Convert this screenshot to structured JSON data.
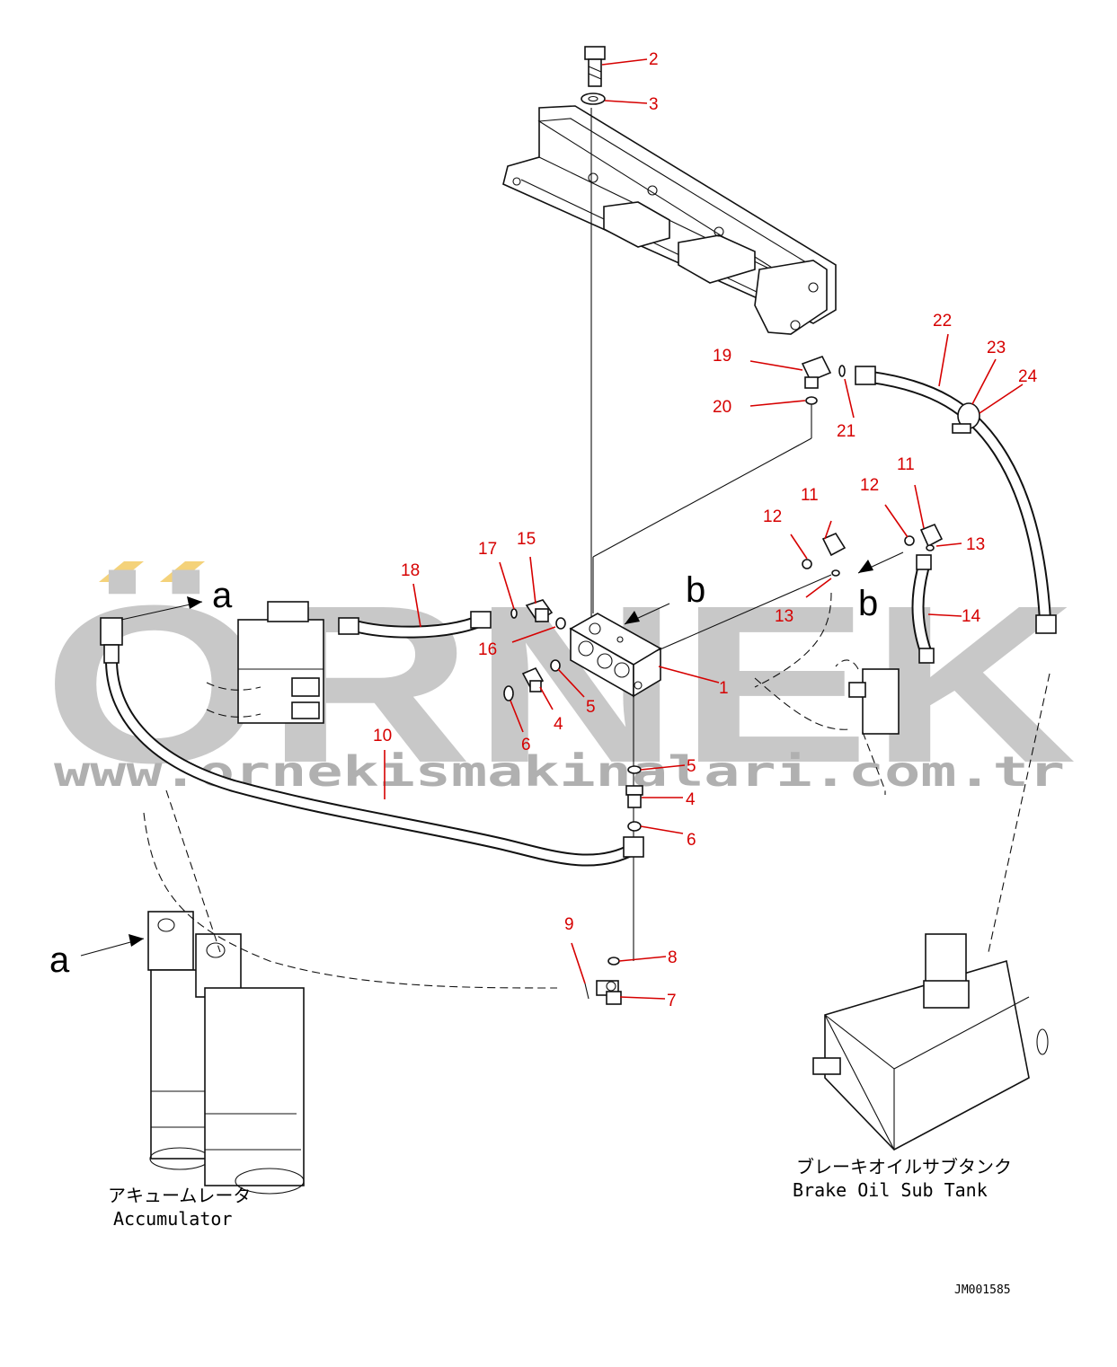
{
  "watermark": {
    "brand": "ÖRNEK",
    "url": "www.ornekismakinalari.com.tr"
  },
  "labels": {
    "accumulator_jp": "アキュームレータ",
    "accumulator_en": "Accumulator",
    "tank_jp": "ブレーキオイルサブタンク",
    "tank_en": "Brake Oil Sub Tank",
    "drawing_no": "JM001585"
  },
  "view_markers": {
    "a": "a",
    "b": "b"
  },
  "callouts": [
    "1",
    "2",
    "3",
    "4",
    "4",
    "5",
    "5",
    "6",
    "6",
    "7",
    "8",
    "9",
    "10",
    "11",
    "11",
    "12",
    "12",
    "13",
    "13",
    "14",
    "15",
    "16",
    "17",
    "18",
    "19",
    "20",
    "21",
    "22",
    "23",
    "24"
  ],
  "colors": {
    "callout": "#d60000",
    "line": "#111111",
    "watermark": "#c8c8c8",
    "watermark_accent": "#f4d27a"
  }
}
